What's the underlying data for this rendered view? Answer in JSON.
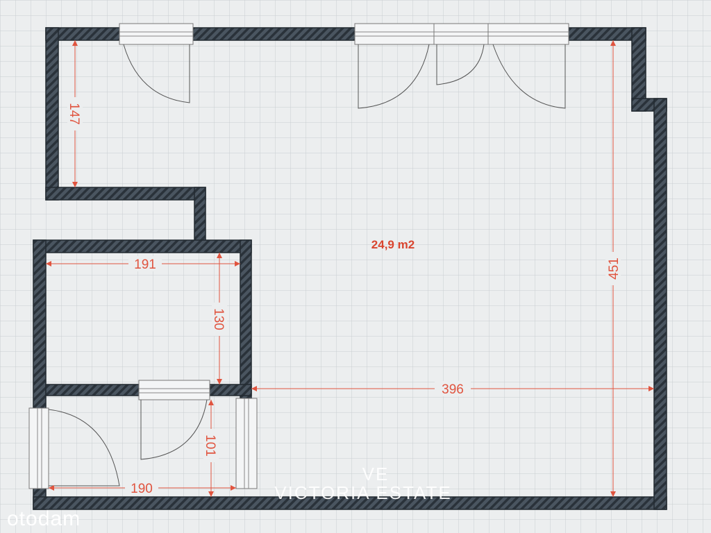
{
  "plan": {
    "area_label": "24,9 m2",
    "dimensions": {
      "width_main": "396",
      "height_main": "451",
      "top_left_height": "147",
      "bathroom_width": "191",
      "bathroom_height": "130",
      "hall_width": "190",
      "hall_height": "101"
    }
  },
  "watermark": {
    "monogram": "VE",
    "company": "VICTORIA ESTATE"
  },
  "brand": {
    "logo": "otodam"
  },
  "colors": {
    "background": "#eceeef",
    "grid": "#c9cdd1",
    "wall_fill": "#3d4852",
    "wall_hatch": "#2f3840",
    "dimension": "#e0543f",
    "area_label": "#d9452f",
    "door_line": "#555555"
  }
}
